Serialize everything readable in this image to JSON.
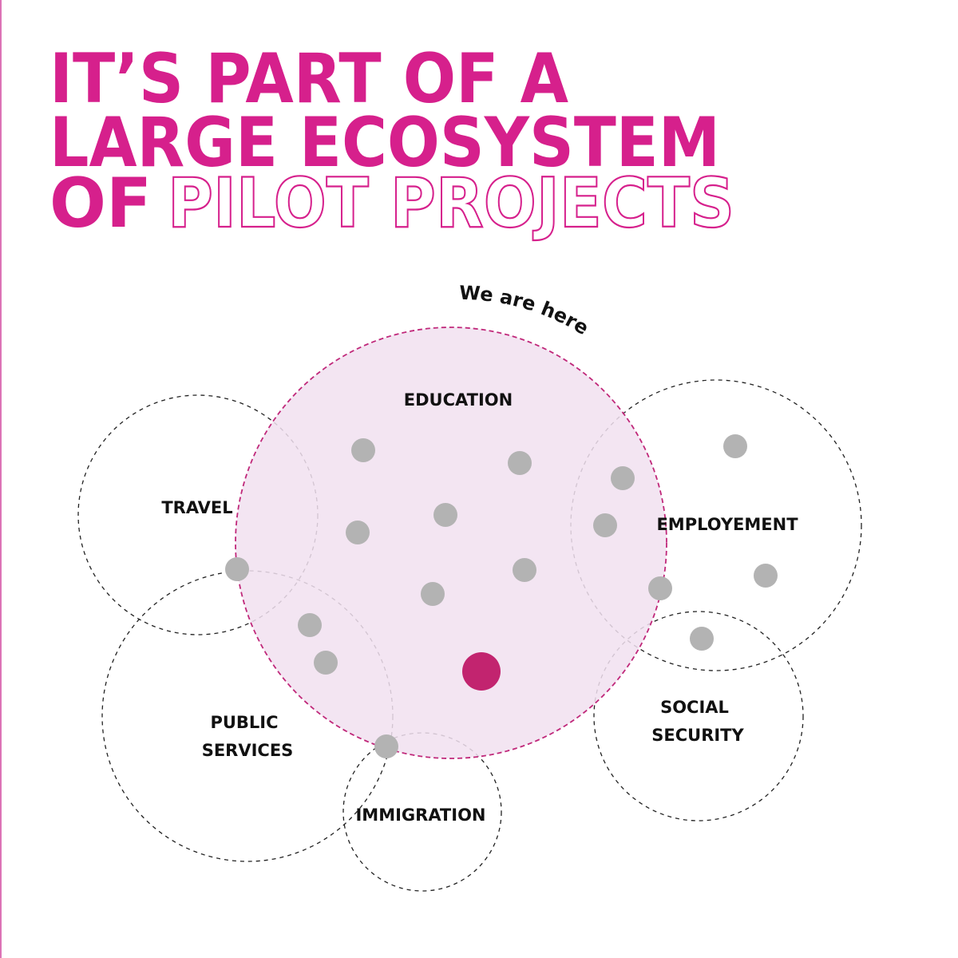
{
  "title": {
    "line1": "IT’S PART OF A",
    "line2": "LARGE ECOSYSTEM",
    "line3_solid": "OF",
    "line3_outline": "PILOT PROJECTS"
  },
  "callout": "We are here",
  "domains": {
    "education": "EDUCATION",
    "travel": "TRAVEL",
    "employment": "EMPLOYEMENT",
    "public_services": [
      "PUBLIC",
      "SERVICES"
    ],
    "social_security": [
      "SOCIAL",
      "SECURITY"
    ],
    "immigration": "IMMIGRATION"
  },
  "colors": {
    "brand_magenta": "#d6208c",
    "highlight_fill": "#f1e1f0",
    "highlight_stroke": "#c0287a",
    "project_dot": "#b3b3b3",
    "current_project_dot": "#c2246f",
    "neutral_stroke": "#222222"
  }
}
